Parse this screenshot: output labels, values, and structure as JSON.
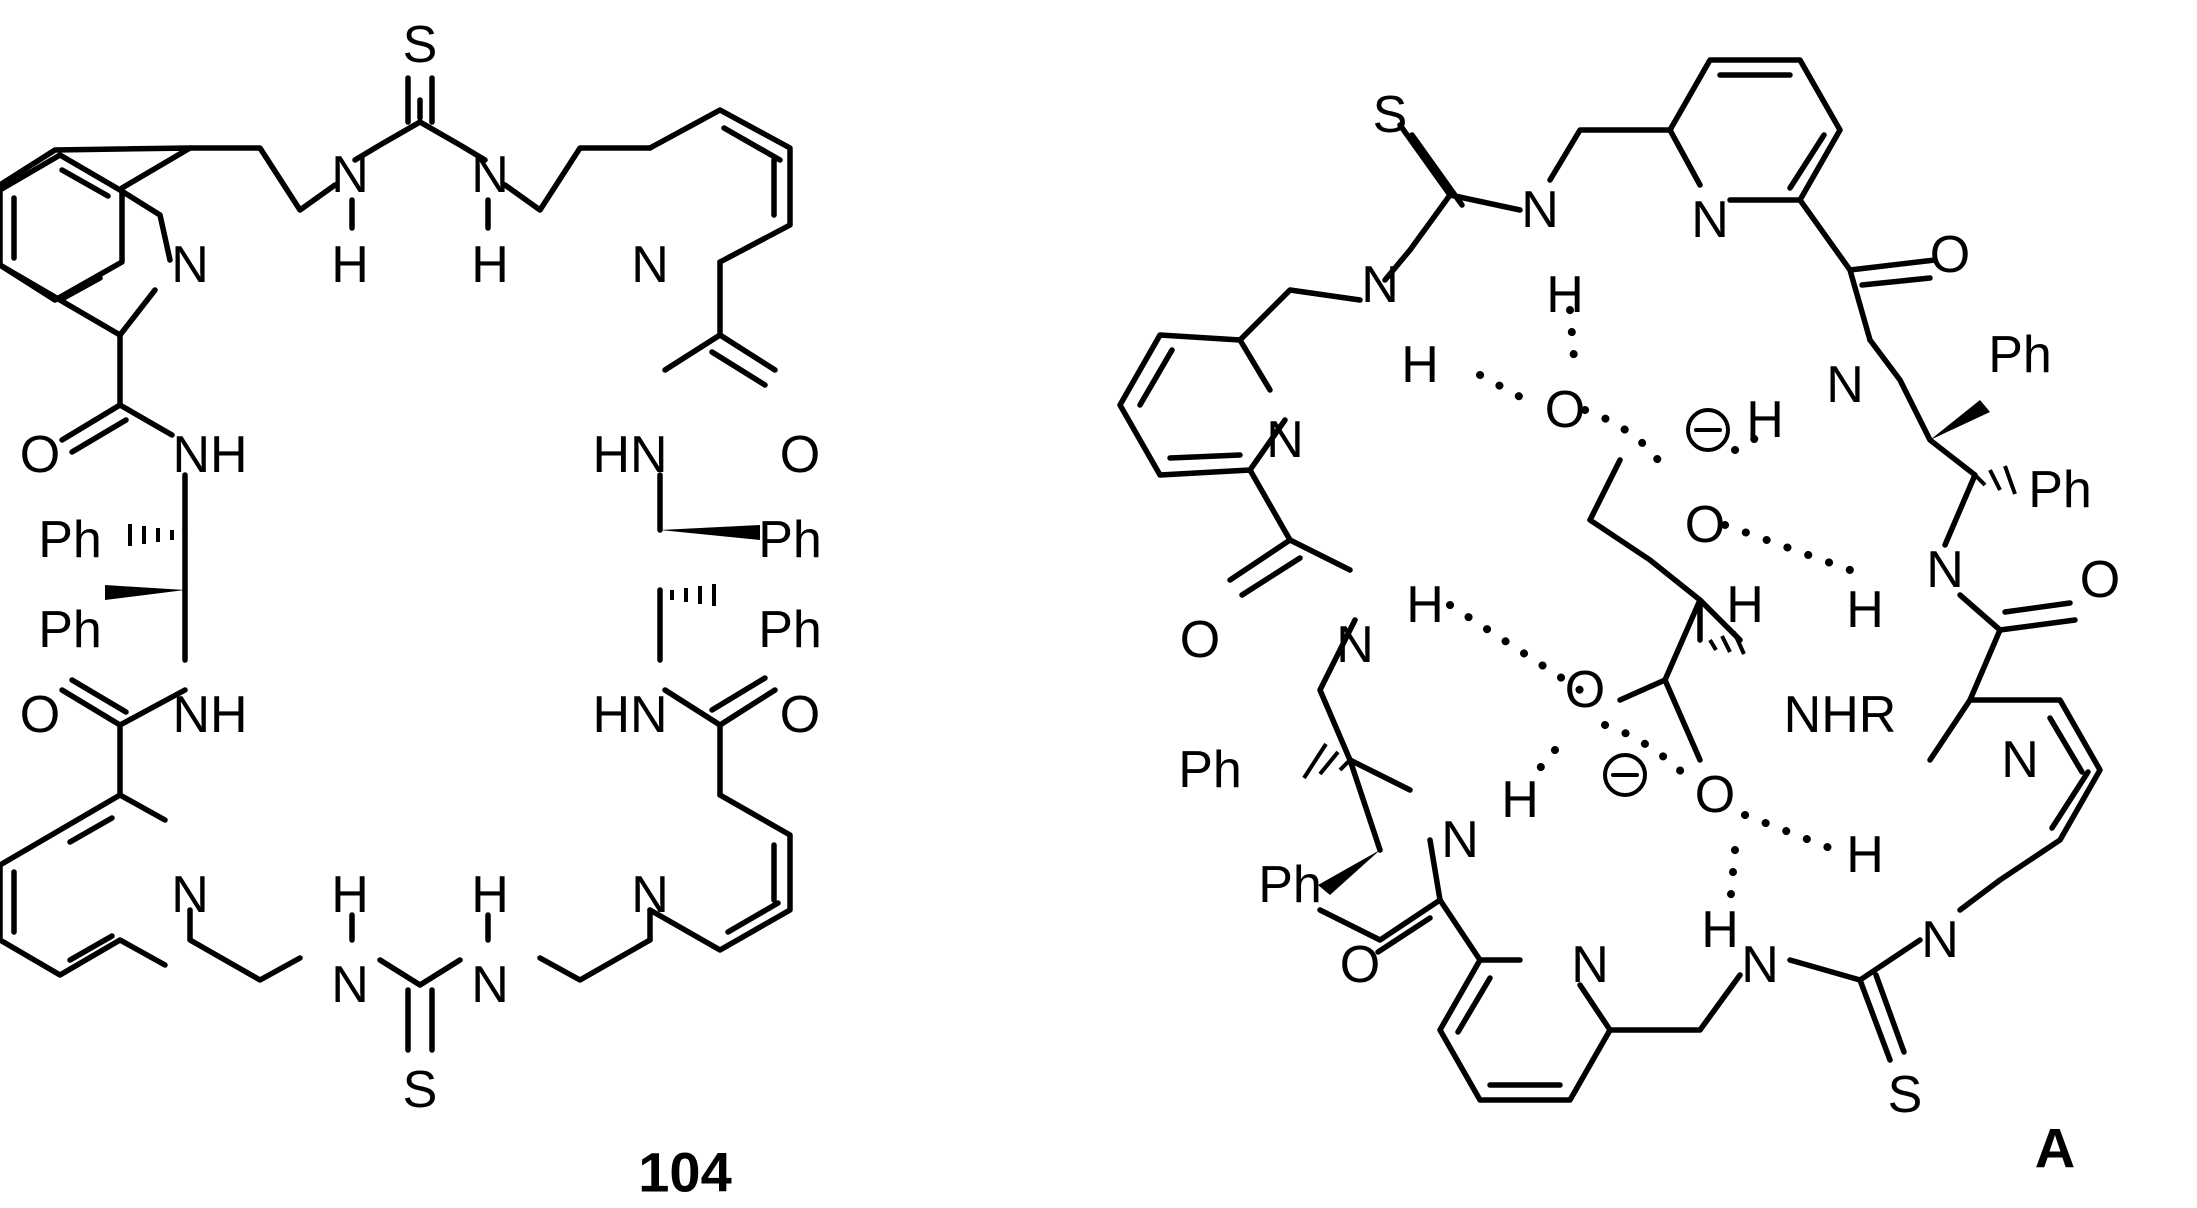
{
  "compounds": {
    "left_label": "104",
    "right_label": "A"
  },
  "atoms": {
    "S": "S",
    "N": "N",
    "H": "H",
    "NH": "NH",
    "HN": "HN",
    "O": "O",
    "Ph": "Ph",
    "NHR": "NHR",
    "minus": "−"
  }
}
